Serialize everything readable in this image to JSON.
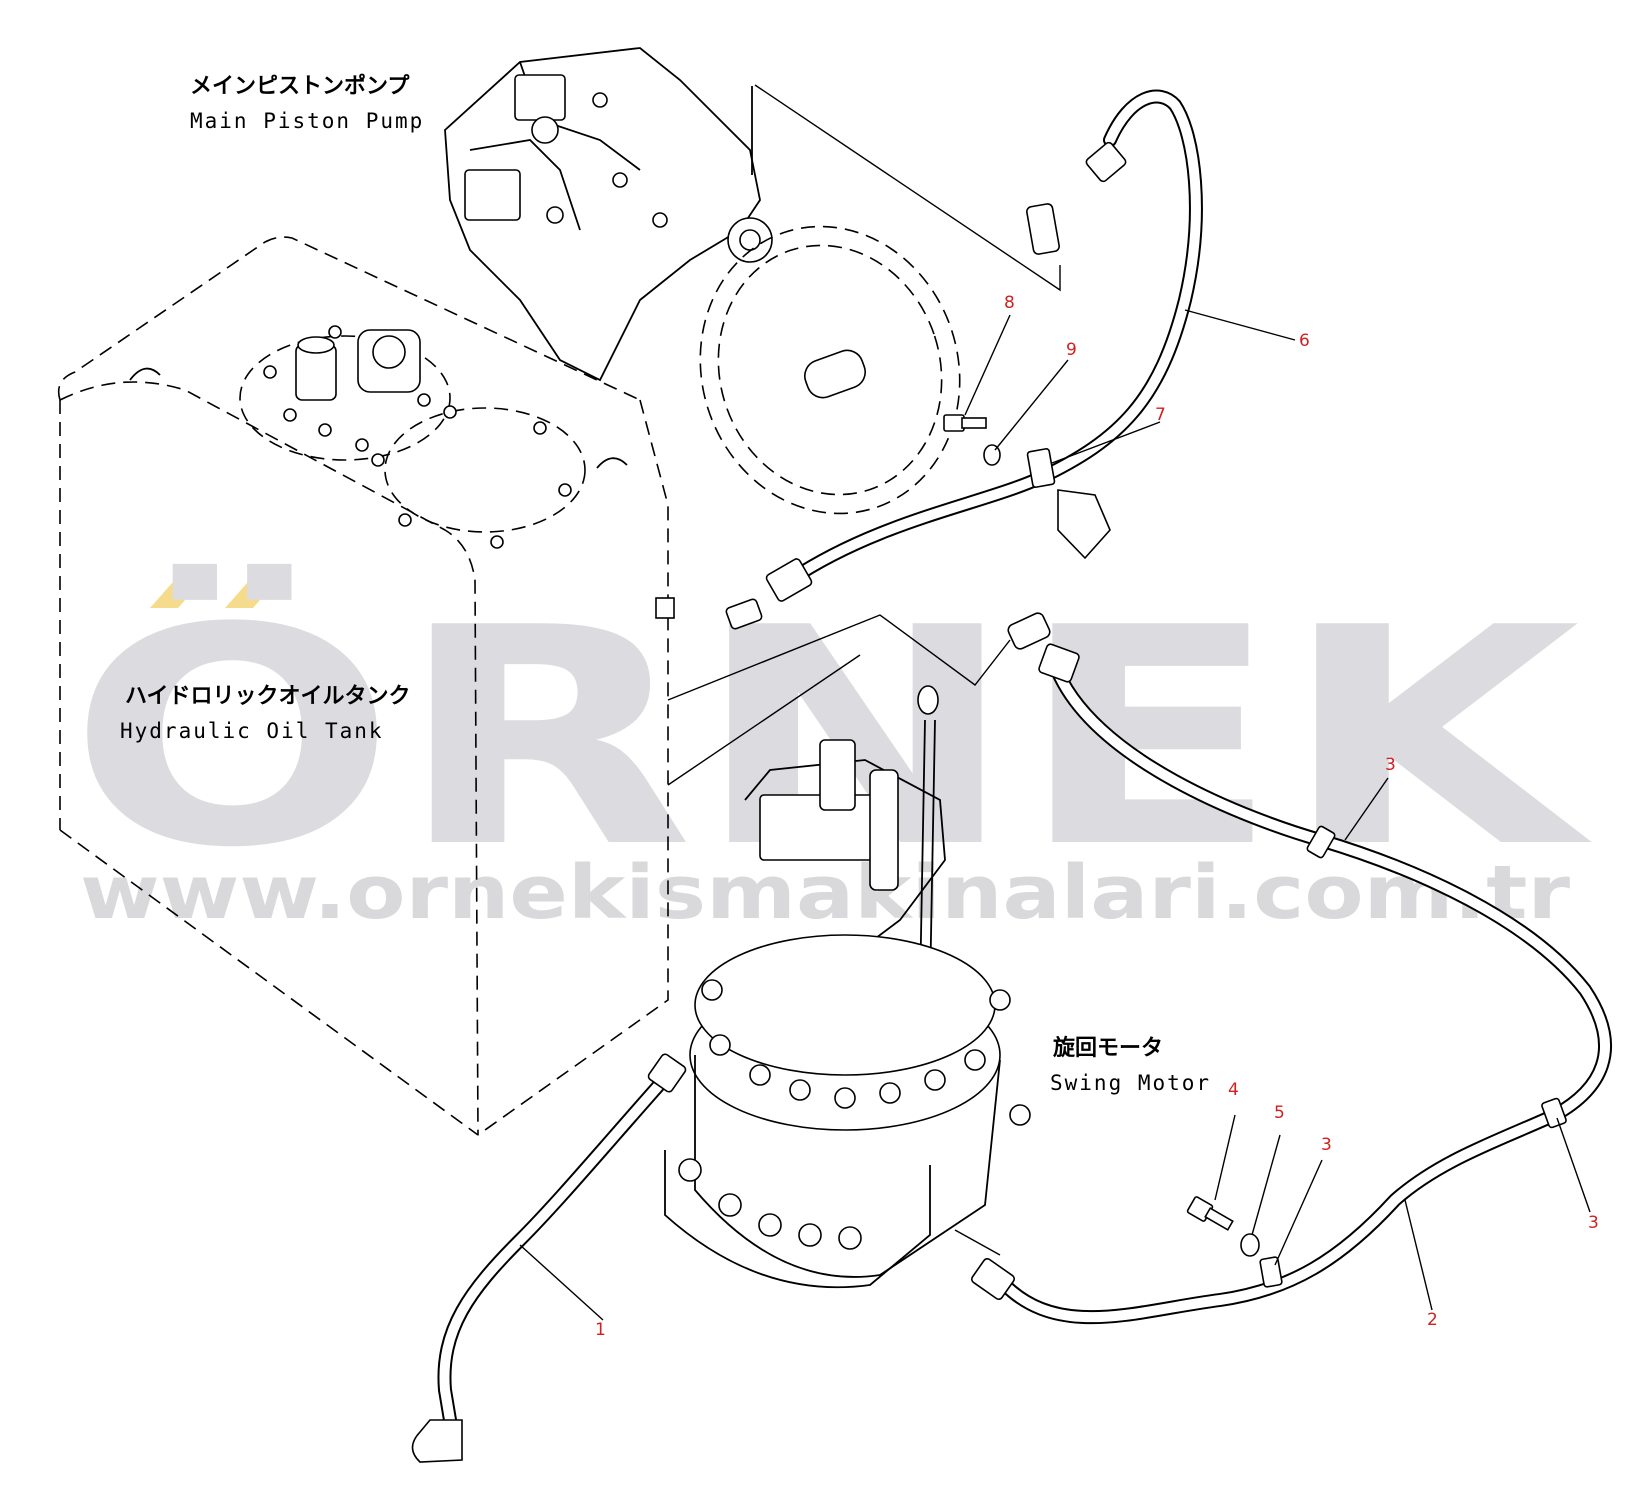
{
  "components": {
    "main_pump": {
      "jp": "メインピストンポンプ",
      "en": "Main Piston Pump"
    },
    "oil_tank": {
      "jp": "ハイドロリックオイルタンク",
      "en": "Hydraulic Oil Tank"
    },
    "swing_motor": {
      "jp": "旋回モータ",
      "en": "Swing Motor"
    }
  },
  "callouts": [
    "1",
    "2",
    "3",
    "3",
    "3",
    "4",
    "5",
    "6",
    "7",
    "8",
    "9"
  ],
  "watermark": {
    "brand": "ÖRNEK",
    "url": "www.ornekismakinalari.com.tr",
    "accent_color": "#f5dc8c",
    "brand_color": "#dcdce0"
  }
}
